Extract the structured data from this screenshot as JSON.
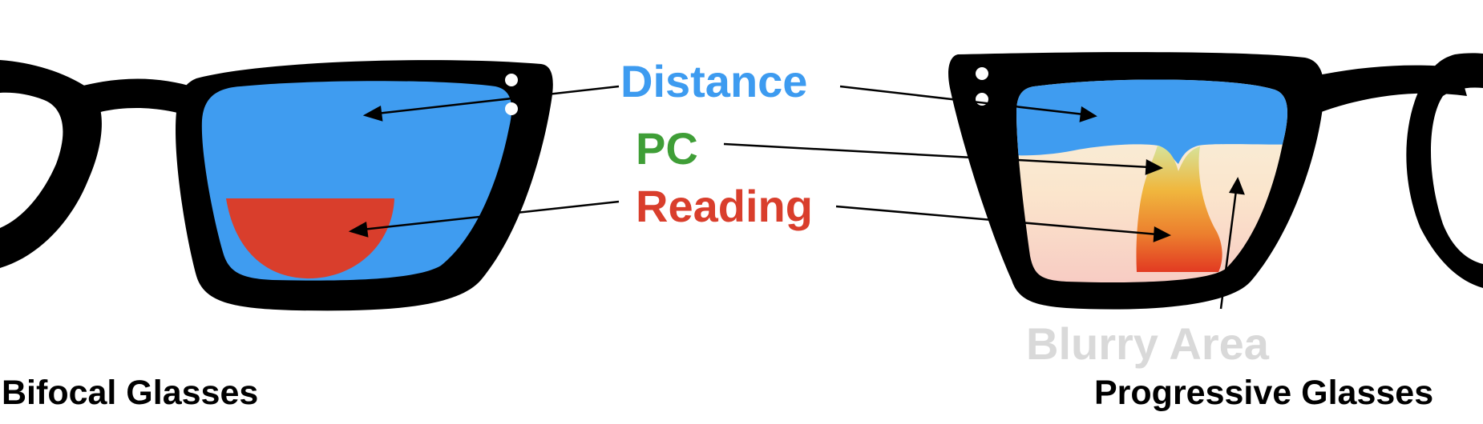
{
  "labels": {
    "distance": "Distance",
    "pc": "PC",
    "reading": "Reading",
    "blurry_area": "Blurry Area"
  },
  "captions": {
    "bifocal": "Bifocal Glasses",
    "progressive": "Progressive Glasses"
  },
  "colors": {
    "distance": "#3d9bf0",
    "pc": "#3f9e37",
    "reading": "#d93e2c",
    "blurry": "#d9d9d9",
    "frame": "#000000"
  }
}
